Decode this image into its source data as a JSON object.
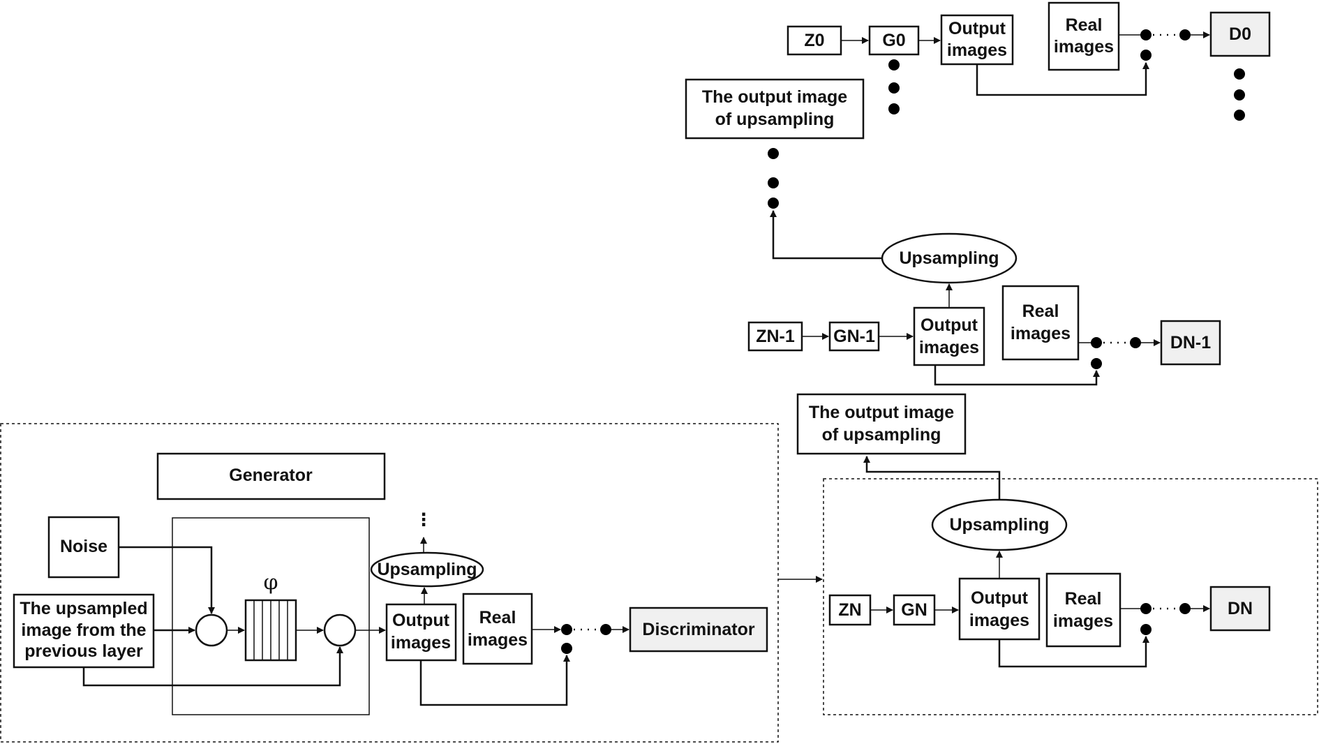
{
  "labels": {
    "z0": "Z0",
    "g0": "G0",
    "d0": "D0",
    "zn1": "ZN-1",
    "gn1": "GN-1",
    "dn1": "DN-1",
    "zn": "ZN",
    "gn": "GN",
    "dn": "DN",
    "output_line1": "Output",
    "output_line2": "images",
    "real_line1": "Real",
    "real_line2": "images",
    "upsampling": "Upsampling",
    "upsampled_out_line1": "The output image",
    "upsampled_out_line2": "of upsampling",
    "generator": "Generator",
    "noise": "Noise",
    "prev_line1": "The upsampled",
    "prev_line2": "image from the",
    "prev_line3": "previous layer",
    "phi": "φ",
    "discriminator": "Discriminator",
    "vertical_dots": "⋮"
  }
}
